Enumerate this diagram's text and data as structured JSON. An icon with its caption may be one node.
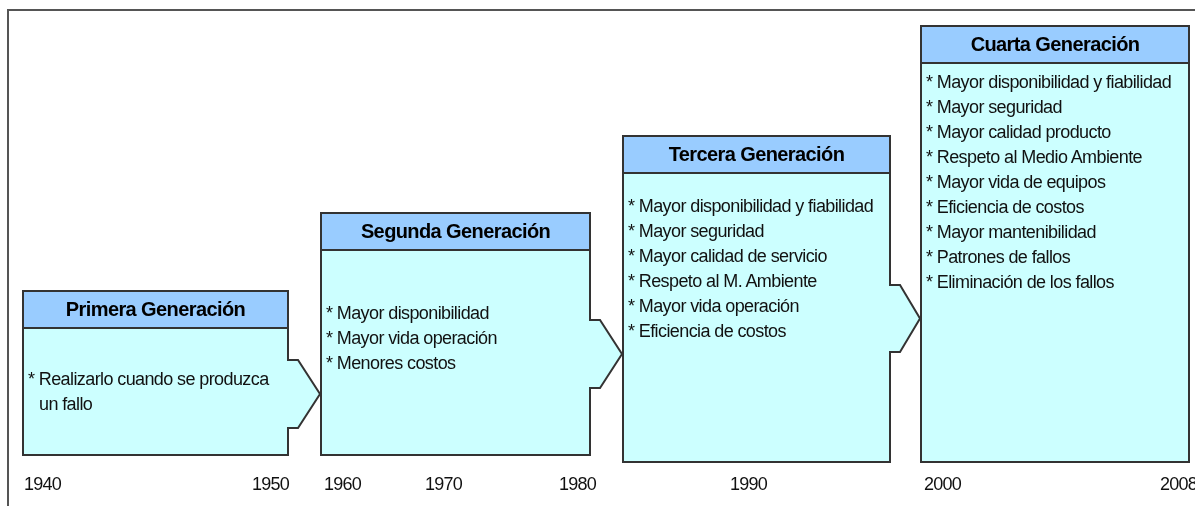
{
  "diagram": {
    "nodes": [
      {
        "text": [
          "Primera Generación",
          "* Realizarlo cuando se produzca un fallo"
        ]
      },
      {
        "text": [
          "Segunda Generación",
          "* Mayor disponibilidad",
          "* Mayor vida operación",
          "* Menores costos"
        ]
      },
      {
        "text": [
          "Tercera Generación",
          "* Mayor disponibilidad y fiabilidad",
          "* Mayor seguridad",
          "* Mayor calidad de servicio",
          "* Respeto al M. Ambiente",
          "* Mayor vida operación",
          "* Eficiencia de costos"
        ]
      },
      {
        "text": [
          "Cuarta Generación",
          "* Mayor disponibilidad y fiabilidad",
          "* Mayor seguridad",
          "* Mayor calidad producto",
          "* Respeto al Medio Ambiente",
          "* Mayor vida de equipos",
          "* Eficiencia de costos",
          "* Mayor mantenibilidad",
          "* Patrones de fallos",
          "* Eliminación de los fallos"
        ]
      }
    ],
    "edges": [
      {
        "from": 0,
        "to": 1,
        "arrow": "to"
      },
      {
        "from": 1,
        "to": 2,
        "arrow": "to"
      },
      {
        "from": 2,
        "to": 3,
        "arrow": "to"
      }
    ],
    "labels": [
      "1940",
      "1950",
      "1960",
      "1970",
      "1980",
      "1990",
      "2000",
      "2008"
    ]
  }
}
